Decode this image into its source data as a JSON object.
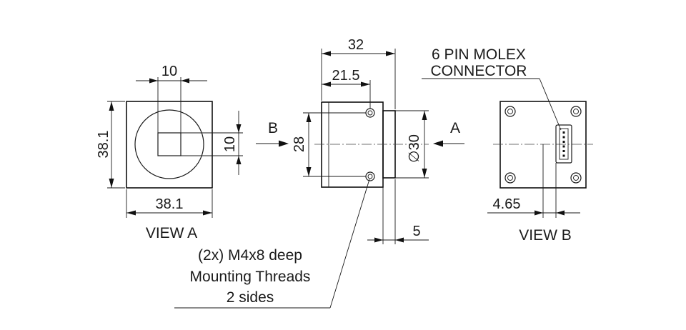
{
  "view_a": {
    "label": "VIEW A",
    "dim_width": "38.1",
    "dim_height": "38.1",
    "dim_sensor_width": "10",
    "dim_sensor_height": "10",
    "arrow_label": "B"
  },
  "side_view": {
    "dim_total_length": "32",
    "dim_hole_offset": "21.5",
    "dim_hole_spacing": "28",
    "dim_flange_diameter": "∅30",
    "dim_flange_depth": "5",
    "arrow_label": "A"
  },
  "view_b": {
    "label": "VIEW B",
    "dim_connector_offset": "4.65",
    "connector_note_line1": "6 PIN MOLEX",
    "connector_note_line2": "CONNECTOR"
  },
  "threads_note": {
    "line1": "(2x) M4x8 deep",
    "line2": "Mounting Threads",
    "line3": "2 sides"
  }
}
